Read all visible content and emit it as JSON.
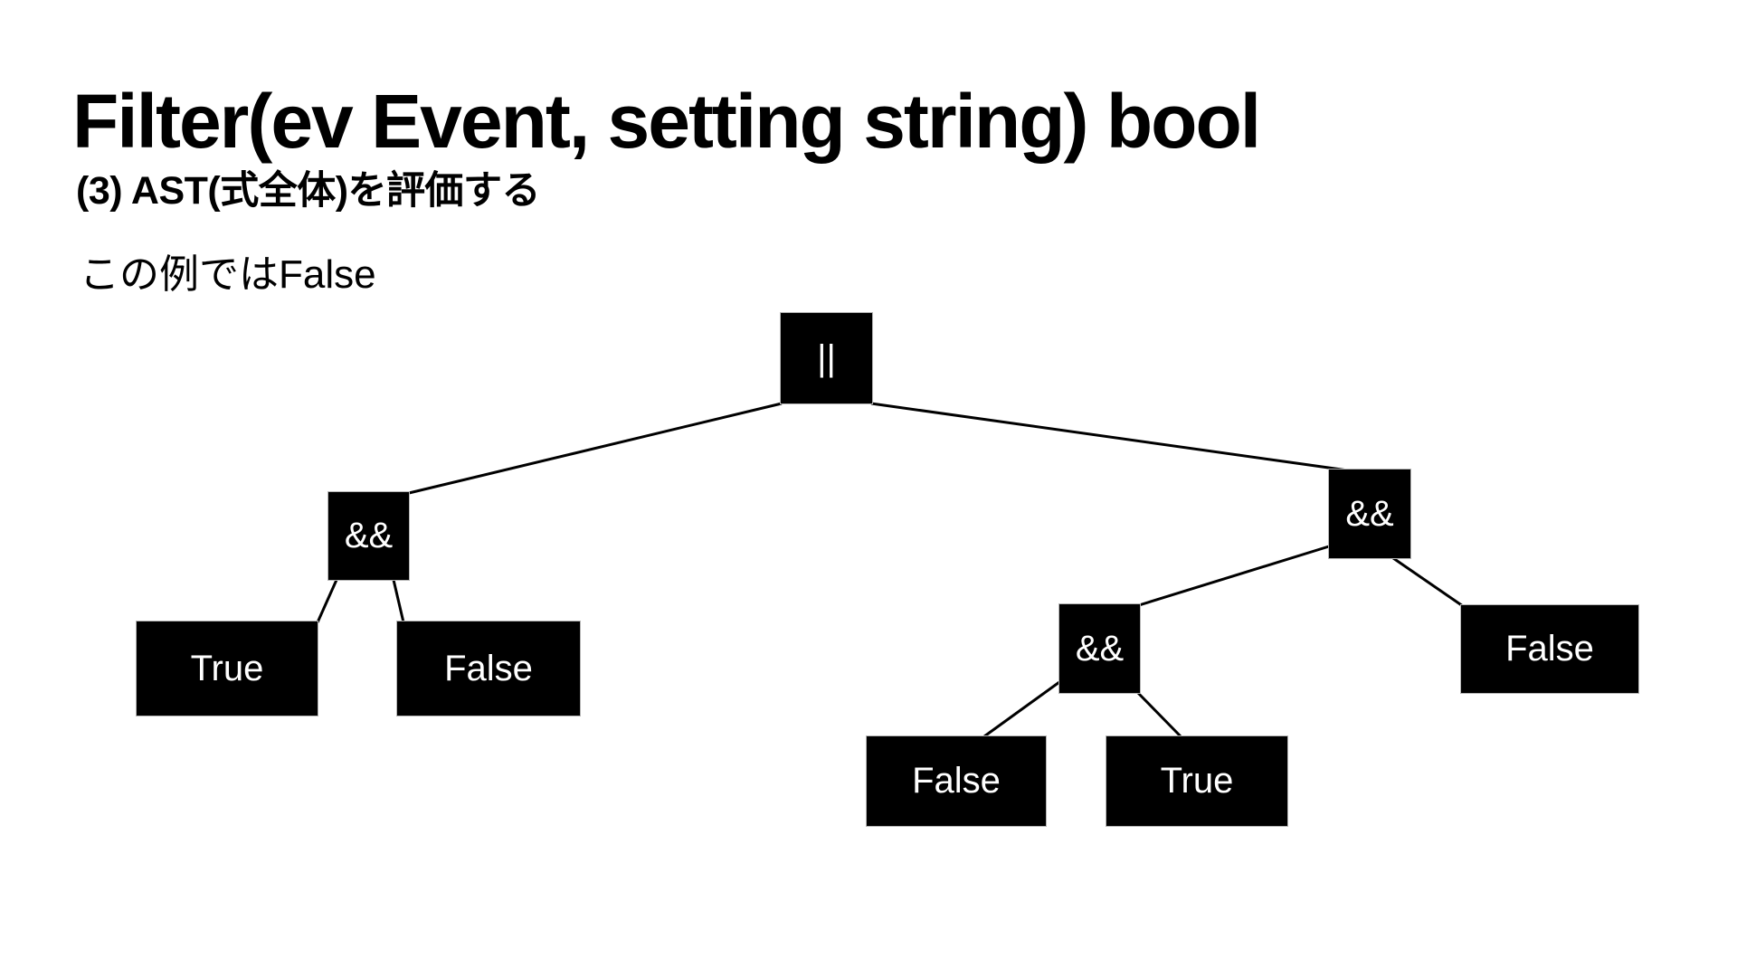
{
  "slide": {
    "title": "Filter(ev Event, setting string) bool",
    "subtitle": "(3) AST(式全体)を評価する",
    "note": "この例ではFalse"
  },
  "tree": {
    "type": "binary-expression-ast",
    "nodes": [
      {
        "id": "or-root",
        "label": "||"
      },
      {
        "id": "and-left",
        "label": "&&"
      },
      {
        "id": "true-left",
        "label": "True"
      },
      {
        "id": "false-left",
        "label": "False"
      },
      {
        "id": "and-right",
        "label": "&&"
      },
      {
        "id": "and-inner",
        "label": "&&"
      },
      {
        "id": "false-inner",
        "label": "False"
      },
      {
        "id": "true-inner",
        "label": "True"
      },
      {
        "id": "false-right",
        "label": "False"
      }
    ],
    "edges": [
      {
        "from": "or-root",
        "to": "and-left"
      },
      {
        "from": "or-root",
        "to": "and-right"
      },
      {
        "from": "and-left",
        "to": "true-left"
      },
      {
        "from": "and-left",
        "to": "false-left"
      },
      {
        "from": "and-right",
        "to": "and-inner"
      },
      {
        "from": "and-right",
        "to": "false-right"
      },
      {
        "from": "and-inner",
        "to": "false-inner"
      },
      {
        "from": "and-inner",
        "to": "true-inner"
      }
    ]
  },
  "colors": {
    "background": "#ffffff",
    "node_fill": "#000000",
    "node_text": "#ffffff",
    "edge_line": "#000000",
    "heading_text": "#000000"
  }
}
